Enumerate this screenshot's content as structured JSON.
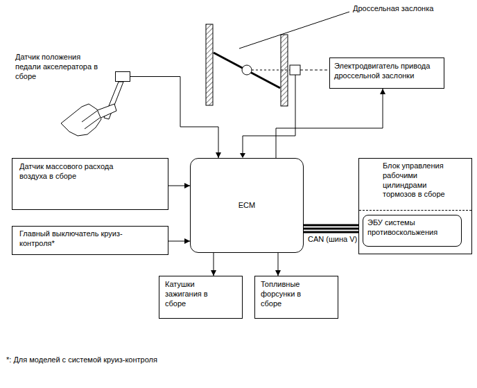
{
  "diagram": {
    "nodes": [
      {
        "text": [
          "Датчик положения педали акселератора в сборе"
        ]
      },
      {
        "text": [
          "Электродвигатель привода дроссельной заслонки"
        ]
      },
      {
        "text": [
          "Датчик массового расхода воздуха в сборе"
        ]
      },
      {
        "text": [
          "ECM"
        ]
      },
      {
        "text": [
          "Главный выключатель круиз-контроля*"
        ]
      },
      {
        "text": [
          "Блок управления рабочими цилиндрами тормозов в сборе"
        ]
      },
      {
        "text": [
          "ЭБУ системы противоскольжения"
        ],
        "in": 5
      },
      {
        "text": [
          "Катушки зажигания в сборе"
        ]
      },
      {
        "text": [
          "Топливные форсунки в сборе"
        ]
      }
    ],
    "edges": [
      {
        "from": 0,
        "to": 3,
        "arrow": "to"
      },
      {
        "from": 3,
        "to": 1,
        "arrow": "to"
      },
      {
        "from": 2,
        "to": 3,
        "arrow": "to"
      },
      {
        "from": 4,
        "to": 3,
        "arrow": "to"
      },
      {
        "from": 3,
        "to": 6,
        "label": "CAN (шина V)",
        "arrow": "none"
      },
      {
        "from": 3,
        "to": 7,
        "arrow": "to"
      },
      {
        "from": 3,
        "to": 8,
        "arrow": "to"
      }
    ],
    "labels": [
      "Дроссельная заслонка",
      "*: Для моделей с системой круиз-контроля"
    ]
  }
}
